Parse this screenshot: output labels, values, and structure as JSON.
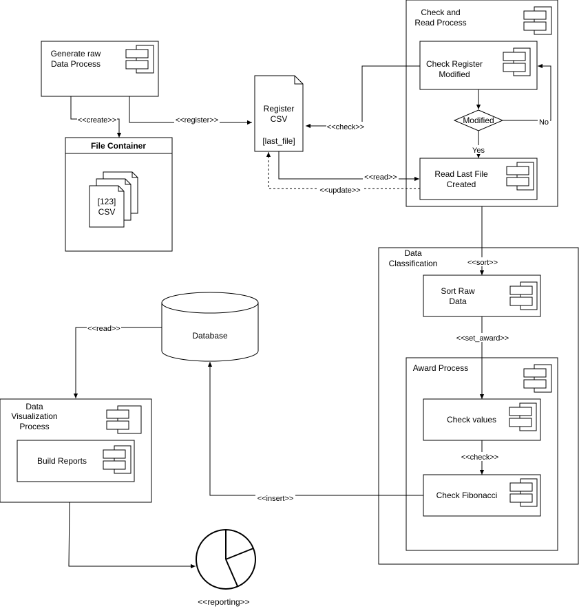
{
  "nodes": {
    "generate_raw": [
      "Generate raw",
      "Data Process"
    ],
    "file_container_title": "File Container",
    "file_stack_label": [
      "[123]",
      "CSV"
    ],
    "register_csv": [
      "Register",
      "CSV",
      "[last_file]"
    ],
    "check_and_read": [
      "Check and",
      "Read Process"
    ],
    "check_register_modified": [
      "Check Register",
      "Modified"
    ],
    "decision_modified": "Modified",
    "read_last_file": [
      "Read Last File",
      "Created"
    ],
    "data_classification": [
      "Data",
      "Classification"
    ],
    "sort_raw_data": [
      "Sort Raw",
      "Data"
    ],
    "award_process": "Award Process",
    "check_values": "Check values",
    "check_fibonacci": "Check Fibonacci",
    "database": "Database",
    "data_visualization": [
      "Data",
      "Visualization",
      "Process"
    ],
    "build_reports": "Build Reports",
    "reporting": "<<reporting>>"
  },
  "edges": {
    "create": "<<create>>",
    "register": "<<register>>",
    "check_csv": "<<check>>",
    "read_csv": "<<read>>",
    "update": "<<update>>",
    "no": "No",
    "yes": "Yes",
    "sort": "<<sort>>",
    "set_award": "<<set_award>>",
    "check_values_to_fib": "<<check>>",
    "insert": "<<insert>>",
    "read_db": "<<read>>"
  }
}
